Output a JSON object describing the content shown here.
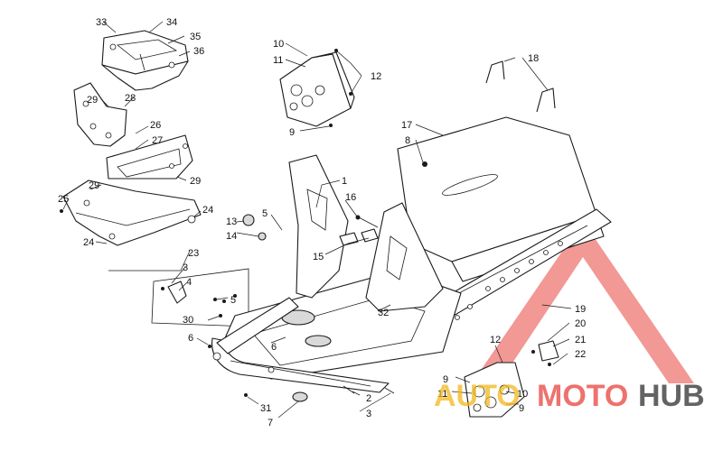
{
  "callouts": [
    {
      "id": "33",
      "label": "33"
    },
    {
      "id": "34",
      "label": "34"
    },
    {
      "id": "35",
      "label": "35"
    },
    {
      "id": "36",
      "label": "36"
    },
    {
      "id": "29a",
      "label": "29"
    },
    {
      "id": "28",
      "label": "28"
    },
    {
      "id": "26",
      "label": "26"
    },
    {
      "id": "27",
      "label": "27"
    },
    {
      "id": "29b",
      "label": "29"
    },
    {
      "id": "29c",
      "label": "29"
    },
    {
      "id": "25",
      "label": "25"
    },
    {
      "id": "24a",
      "label": "24"
    },
    {
      "id": "24b",
      "label": "24"
    },
    {
      "id": "23",
      "label": "23"
    },
    {
      "id": "3a",
      "label": "3"
    },
    {
      "id": "4",
      "label": "4"
    },
    {
      "id": "5a",
      "label": "5"
    },
    {
      "id": "30",
      "label": "30"
    },
    {
      "id": "6a",
      "label": "6"
    },
    {
      "id": "31",
      "label": "31"
    },
    {
      "id": "7",
      "label": "7"
    },
    {
      "id": "2",
      "label": "2"
    },
    {
      "id": "3b",
      "label": "3"
    },
    {
      "id": "6b",
      "label": "6"
    },
    {
      "id": "13",
      "label": "13"
    },
    {
      "id": "14",
      "label": "14"
    },
    {
      "id": "5b",
      "label": "5"
    },
    {
      "id": "1",
      "label": "1"
    },
    {
      "id": "16",
      "label": "16"
    },
    {
      "id": "15",
      "label": "15"
    },
    {
      "id": "32",
      "label": "32"
    },
    {
      "id": "10a",
      "label": "10"
    },
    {
      "id": "11a",
      "label": "11"
    },
    {
      "id": "12a",
      "label": "12"
    },
    {
      "id": "9a",
      "label": "9"
    },
    {
      "id": "17",
      "label": "17"
    },
    {
      "id": "8",
      "label": "8"
    },
    {
      "id": "18",
      "label": "18"
    },
    {
      "id": "19",
      "label": "19"
    },
    {
      "id": "20",
      "label": "20"
    },
    {
      "id": "21",
      "label": "21"
    },
    {
      "id": "22",
      "label": "22"
    },
    {
      "id": "12b",
      "label": "12"
    },
    {
      "id": "9b",
      "label": "9"
    },
    {
      "id": "11b",
      "label": "11"
    },
    {
      "id": "10b",
      "label": "10"
    },
    {
      "id": "9c",
      "label": "9"
    }
  ],
  "watermark": {
    "text_a": "AUTO",
    "text_b": "MOTO",
    "text_c": "HUB",
    "colors": {
      "red": "#e8443e",
      "yellow": "#f2b81d",
      "dark": "#2f2f2f"
    }
  }
}
